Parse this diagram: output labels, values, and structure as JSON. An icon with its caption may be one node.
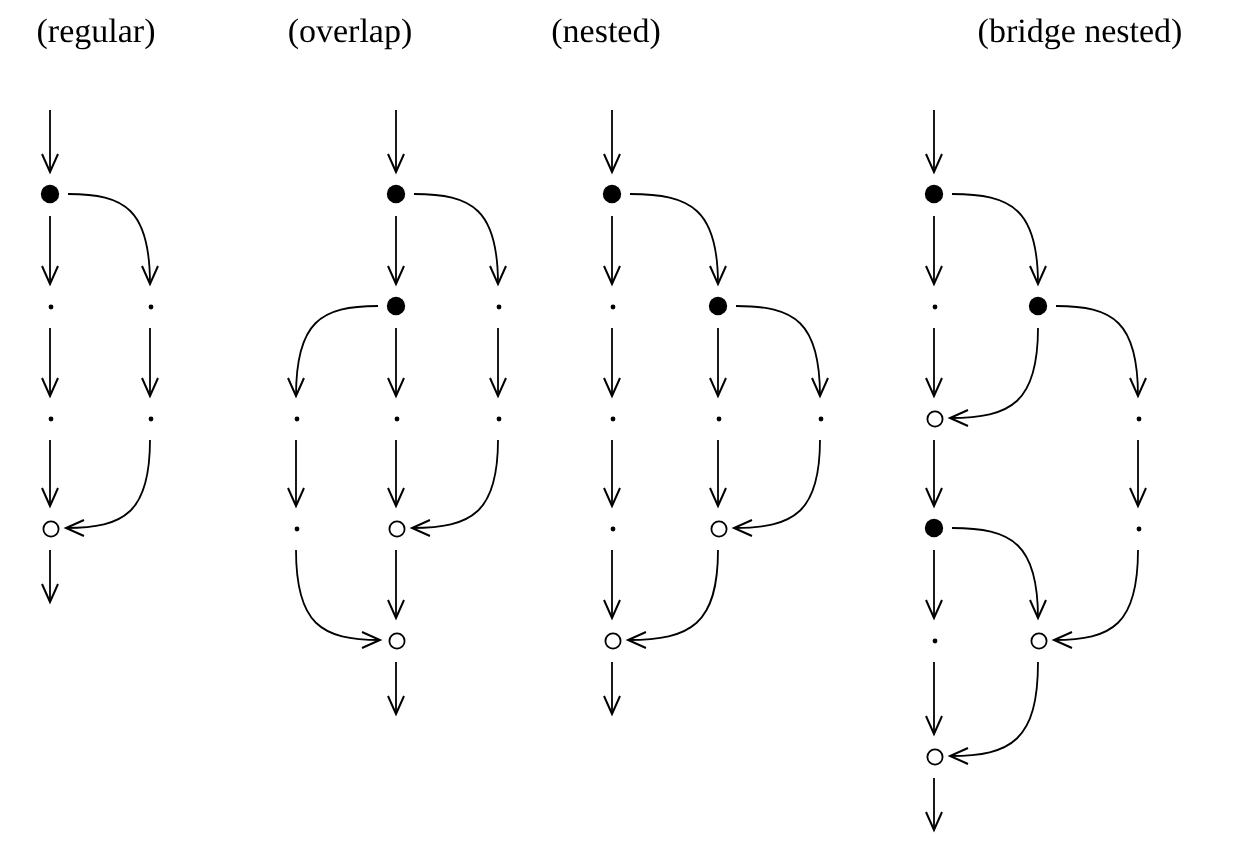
{
  "diagram": {
    "nodes": [
      {
        "text": [],
        "shape": "disc"
      },
      {
        "text": [],
        "shape": "dot"
      },
      {
        "text": [],
        "shape": "dot"
      },
      {
        "text": [],
        "shape": "dot"
      },
      {
        "text": [],
        "shape": "dot"
      },
      {
        "text": [],
        "shape": "circle"
      },
      {
        "text": [],
        "shape": "disc"
      },
      {
        "text": [],
        "shape": "disc"
      },
      {
        "text": [],
        "shape": "dot"
      },
      {
        "text": [],
        "shape": "dot"
      },
      {
        "text": [],
        "shape": "dot"
      },
      {
        "text": [],
        "shape": "dot"
      },
      {
        "text": [],
        "shape": "dot"
      },
      {
        "text": [],
        "shape": "circle"
      },
      {
        "text": [],
        "shape": "circle"
      },
      {
        "text": [],
        "shape": "disc"
      },
      {
        "text": [],
        "shape": "dot"
      },
      {
        "text": [],
        "shape": "disc"
      },
      {
        "text": [],
        "shape": "dot"
      },
      {
        "text": [],
        "shape": "dot"
      },
      {
        "text": [],
        "shape": "dot"
      },
      {
        "text": [],
        "shape": "dot"
      },
      {
        "text": [],
        "shape": "circle"
      },
      {
        "text": [],
        "shape": "circle"
      },
      {
        "text": [],
        "shape": "disc"
      },
      {
        "text": [],
        "shape": "dot"
      },
      {
        "text": [],
        "shape": "disc"
      },
      {
        "text": [],
        "shape": "circle"
      },
      {
        "text": [],
        "shape": "dot"
      },
      {
        "text": [],
        "shape": "disc"
      },
      {
        "text": [],
        "shape": "dot"
      },
      {
        "text": [],
        "shape": "dot"
      },
      {
        "text": [],
        "shape": "circle"
      },
      {
        "text": [],
        "shape": "circle"
      }
    ],
    "edges": [
      {
        "from": null,
        "to": 0,
        "arrow": "to"
      },
      {
        "from": 0,
        "to": 1,
        "arrow": "to"
      },
      {
        "from": 0,
        "to": 2,
        "arrow": "to"
      },
      {
        "from": 1,
        "to": 3,
        "arrow": "to"
      },
      {
        "from": 2,
        "to": 4,
        "arrow": "to"
      },
      {
        "from": 3,
        "to": 5,
        "arrow": "to"
      },
      {
        "from": 4,
        "to": 5,
        "arrow": "to"
      },
      {
        "from": 5,
        "to": null,
        "arrow": "to"
      },
      {
        "from": null,
        "to": 6,
        "arrow": "to"
      },
      {
        "from": 6,
        "to": 7,
        "arrow": "to"
      },
      {
        "from": 6,
        "to": 8,
        "arrow": "to"
      },
      {
        "from": 7,
        "to": 9,
        "arrow": "to"
      },
      {
        "from": 7,
        "to": 10,
        "arrow": "to"
      },
      {
        "from": 8,
        "to": 11,
        "arrow": "to"
      },
      {
        "from": 10,
        "to": 13,
        "arrow": "to"
      },
      {
        "from": 11,
        "to": 13,
        "arrow": "to"
      },
      {
        "from": 9,
        "to": 12,
        "arrow": "to"
      },
      {
        "from": 13,
        "to": 14,
        "arrow": "to"
      },
      {
        "from": 12,
        "to": 14,
        "arrow": "to"
      },
      {
        "from": 14,
        "to": null,
        "arrow": "to"
      },
      {
        "from": null,
        "to": 15,
        "arrow": "to"
      },
      {
        "from": 15,
        "to": 16,
        "arrow": "to"
      },
      {
        "from": 15,
        "to": 17,
        "arrow": "to"
      },
      {
        "from": 16,
        "to": 18,
        "arrow": "to"
      },
      {
        "from": 17,
        "to": 19,
        "arrow": "to"
      },
      {
        "from": 17,
        "to": 20,
        "arrow": "to"
      },
      {
        "from": 18,
        "to": 21,
        "arrow": "to"
      },
      {
        "from": 19,
        "to": 22,
        "arrow": "to"
      },
      {
        "from": 20,
        "to": 22,
        "arrow": "to"
      },
      {
        "from": 21,
        "to": 23,
        "arrow": "to"
      },
      {
        "from": 22,
        "to": 23,
        "arrow": "to"
      },
      {
        "from": 23,
        "to": null,
        "arrow": "to"
      },
      {
        "from": null,
        "to": 24,
        "arrow": "to"
      },
      {
        "from": 24,
        "to": 25,
        "arrow": "to"
      },
      {
        "from": 24,
        "to": 26,
        "arrow": "to"
      },
      {
        "from": 25,
        "to": 27,
        "arrow": "to"
      },
      {
        "from": 26,
        "to": 27,
        "arrow": "to"
      },
      {
        "from": 26,
        "to": 28,
        "arrow": "to"
      },
      {
        "from": 27,
        "to": 29,
        "arrow": "to"
      },
      {
        "from": 28,
        "to": 30,
        "arrow": "to"
      },
      {
        "from": 29,
        "to": 31,
        "arrow": "to"
      },
      {
        "from": 29,
        "to": 32,
        "arrow": "to"
      },
      {
        "from": 30,
        "to": 32,
        "arrow": "to"
      },
      {
        "from": 31,
        "to": 33,
        "arrow": "to"
      },
      {
        "from": 32,
        "to": 33,
        "arrow": "to"
      },
      {
        "from": 33,
        "to": null,
        "arrow": "to"
      }
    ],
    "labels": [
      "(regular)",
      "(overlap)",
      "(nested)",
      "(bridge nested)"
    ]
  }
}
